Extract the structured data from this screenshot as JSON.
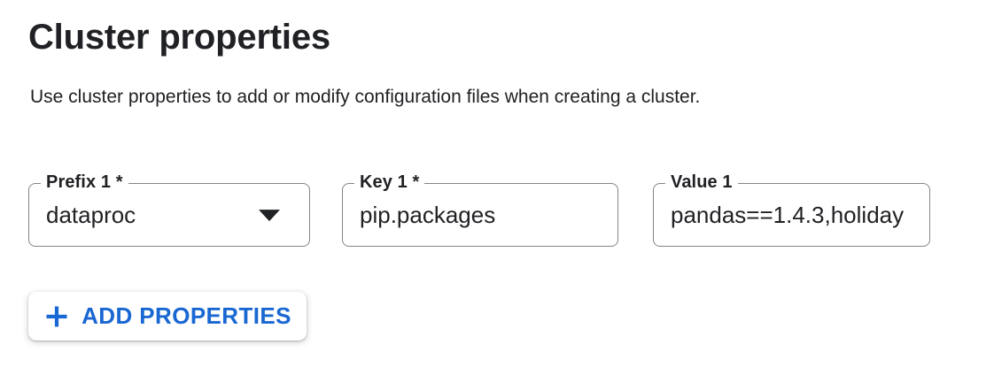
{
  "header": {
    "title": "Cluster properties",
    "description": "Use cluster properties to add or modify configuration files when creating a cluster."
  },
  "properties_form": {
    "rows": [
      {
        "prefix": {
          "label": "Prefix 1 *",
          "value": "dataproc",
          "control": "dropdown",
          "required": true,
          "icon": "arrow-drop-down-icon"
        },
        "key": {
          "label": "Key 1 *",
          "value": "pip.packages",
          "control": "text-input",
          "required": true
        },
        "value": {
          "label": "Value 1",
          "value": "pandas==1.4.3,holiday",
          "control": "text-input",
          "required": false,
          "clipped": true
        }
      }
    ],
    "add_button": {
      "label": "ADD PROPERTIES",
      "icon": "plus-icon"
    }
  },
  "colors": {
    "accent_blue": "#1967d2",
    "text_primary": "#202124",
    "field_border": "#80868b",
    "background": "#ffffff"
  }
}
